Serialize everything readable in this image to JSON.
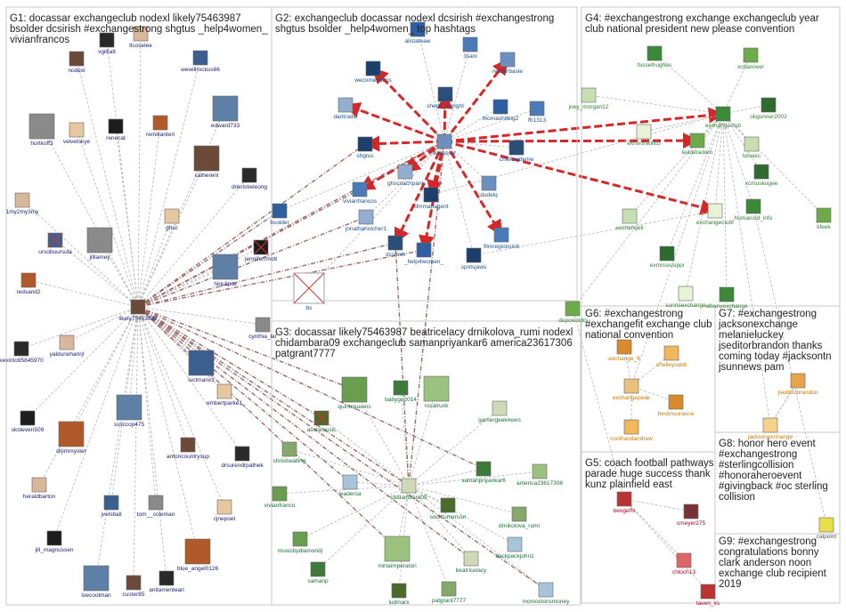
{
  "groups": [
    {
      "id": "G1",
      "title_lines": [
        "G1: docassar exchangeclub nodexl likely75463987",
        "bsolder dcsirish #exchangestrong shgtus _help4women_",
        "vivianfrancos"
      ]
    },
    {
      "id": "G2",
      "title_lines": [
        "G2: exchangeclub docassar nodexl dcsirish #exchangestrong",
        "shgtus bsolder _help4women_ top hashtags"
      ]
    },
    {
      "id": "G3",
      "title_lines": [
        "G3: docassar likely75463987 beatricelacy drnikolova_rumi nodexl",
        "chidambara09 exchangeclub samanpriyankar6 america23617306",
        "patgrant7777"
      ]
    },
    {
      "id": "G4",
      "title_lines": [
        "G4: #exchangestrong exchange exchangeclub year",
        "club national president new please convention"
      ]
    },
    {
      "id": "G5",
      "title_lines": [
        "G5: coach football pathways",
        "parade huge success thank",
        "kunz plainfield east"
      ]
    },
    {
      "id": "G6",
      "title_lines": [
        "G6: #exchangestrong",
        "#exchangefit exchange club",
        "national convention"
      ]
    },
    {
      "id": "G7",
      "title_lines": [
        "G7: #exchangestrong",
        "jacksonexchange",
        "melanieluckey",
        "jseditorbrandon thanks",
        "coming today #jacksontn",
        "jsunnews pam"
      ]
    },
    {
      "id": "G8",
      "title_lines": [
        "G8: honor hero event",
        "#exchangestrong",
        "#sterlingcollision",
        "#honoraheroevent",
        "#givingback #oc sterling",
        "collision"
      ]
    },
    {
      "id": "G9",
      "title_lines": [
        "G9: #exchangestrong",
        "congratulations bonny",
        "clark anderson noon",
        "exchange club recipient",
        "2019"
      ]
    }
  ],
  "nodes": {
    "G1": [
      "nodexl",
      "vgilliatt",
      "tlcoselee",
      "wewillrockus66",
      "hortkoff3",
      "velvetskye",
      "renecat",
      "remikanteri",
      "edward733",
      "catherenl",
      "dnkristieleong",
      "1my2my3my",
      "ursobuursula",
      "jilllamey",
      "ghsc",
      "jenniferrmott",
      "redsand2",
      "hiquilpile",
      "likely75463987",
      "kevinto95845970",
      "yaldunohanrjl",
      "luctmanx1",
      "cynthia_lar",
      "embertparke1",
      "sksteven509",
      "drjimmyster",
      "sssccop475",
      "antoncountrysup",
      "drsurendrpathek",
      "heraldbarton",
      "jvelsball",
      "tom__coleman",
      "cjnepoet",
      "jill_magnussen",
      "blue_angel0126",
      "loecoolman",
      "custer85",
      "anitamentean"
    ],
    "G2": [
      "alistateaw",
      "3sani",
      "wecomentions",
      "realtorbasle",
      "dantradio",
      "sheriff_swright",
      "thomashitbig2",
      "ffr1313",
      "shgtus",
      "docassar",
      "ghscoachpanl",
      "chiefzuldeme",
      "bsolder",
      "vivianfrancos",
      "filmmanagent",
      "dudelq",
      "jonathanolcher1",
      "dcsirish",
      "_help4women_",
      "filmregionsintl",
      "spotsjaws",
      "bs"
    ],
    "G3": [
      "quinnqueens",
      "babygo2014",
      "rosatrunk",
      "gamergeeknews",
      "asotamusic",
      "christiwalling",
      "leadersa",
      "vivianfranco",
      "samanpriyankar6",
      "america23617306",
      "chidambara09",
      "scotttumerusn",
      "drnikolova_rumi",
      "backpackjohn1",
      "musicbydiamondj",
      "samanp",
      "mirtaimperatori",
      "beatricelacy",
      "ludmarx",
      "patgrant7777",
      "momoclonsmoney"
    ],
    "G4": [
      "fusselhughes",
      "xchanover",
      "joey_morgan12",
      "okgunner2002",
      "exnorthwillco",
      "exchangeclub",
      "leaderadam",
      "tulsaxc",
      "xcmuskogee",
      "exchangeclubf",
      "humanoid_info",
      "kfeek",
      "exchangeti",
      "exmississippi",
      "sunrisexchange",
      "albanyexchange",
      "dupowoldo"
    ],
    "G5": [
      "bengeffs",
      "cmeyer275",
      "chloch13",
      "taven_xs"
    ],
    "G6": [
      "exchange_ft",
      "shelleysoldt",
      "exchangepeak",
      "bestinsurance",
      "coolhandandrew"
    ],
    "G7": [
      "jseditorbrandon",
      "jacksonexchange"
    ],
    "G8": [
      "calpoint"
    ],
    "G9": []
  }
}
